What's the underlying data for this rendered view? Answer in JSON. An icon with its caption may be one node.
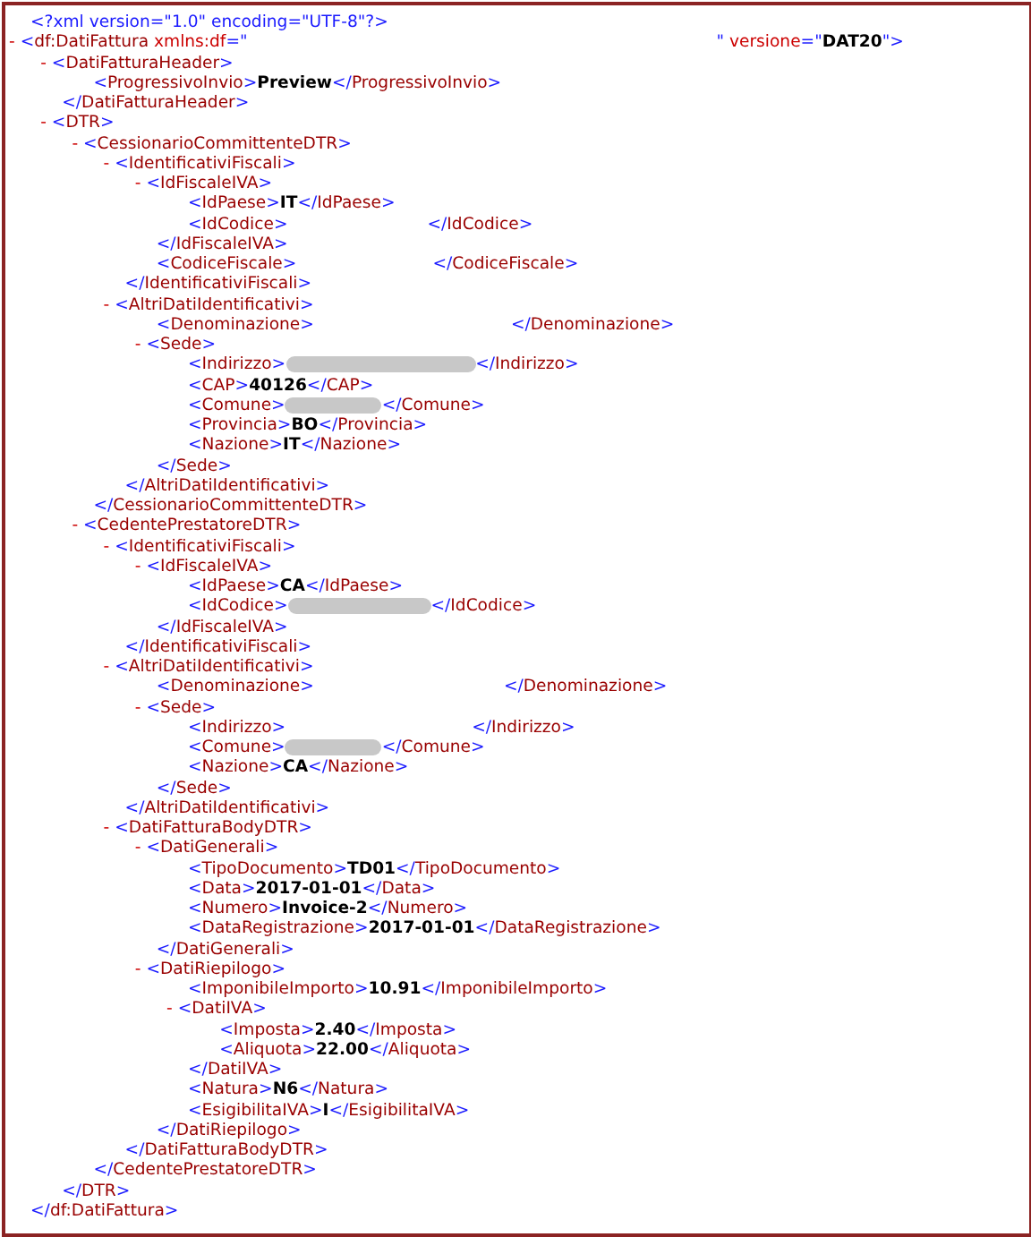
{
  "diagram": {
    "labels": [
      "<?xml version=\"1.0\" encoding=\"UTF-8\"?>",
      "- <df:DatiFattura xmlns:df=\"",
      "\" versione=\"**DAT20**\">",
      "- <DatiFatturaHeader>",
      "<ProgressivoInvio>**Preview**</ProgressivoInvio>",
      "</DatiFatturaHeader>",
      "- <DTR>",
      "- <CessionarioCommittenteDTR>",
      "- <IdentificativiFiscali>",
      "- <IdFiscaleIVA>",
      "<IdPaese>**IT**</IdPaese>",
      "<IdCodice>",
      "</IdCodice>",
      "</IdFiscaleIVA>",
      "<CodiceFiscale>",
      "</CodiceFiscale>",
      "</IdentificativiFiscali>",
      "- <AltriDatiIdentificativi>",
      "<Denominazione>",
      "</Denominazione>",
      "- <Sede>",
      "<Indirizzo>",
      "</Indirizzo>",
      "<CAP>**40126**</CAP>",
      "<Comune>",
      "</Comune>",
      "<Provincia>**BO**</Provincia>",
      "<Nazione>**IT**</Nazione>",
      "</Sede>",
      "</AltriDatiIdentificativi>",
      "</CessionarioCommittenteDTR>",
      "- <CedentePrestatoreDTR>",
      "- <IdentificativiFiscali>",
      "- <IdFiscaleIVA>",
      "<IdPaese>**CA**</IdPaese>",
      "<IdCodice>",
      "</IdCodice>",
      "</IdFiscaleIVA>",
      "</IdentificativiFiscali>",
      "- <AltriDatiIdentificativi>",
      "<Denominazione>",
      "</Denominazione>",
      "- <Sede>",
      "<Indirizzo>",
      "</Indirizzo>",
      "<Comune>",
      "</Comune>",
      "<Nazione>**CA**</Nazione>",
      "</Sede>",
      "</AltriDatiIdentificativi>",
      "- <DatiFatturaBodyDTR>",
      "- <DatiGenerali>",
      "<TipoDocumento>**TD01**</TipoDocumento>",
      "<Data>**2017-01-01**</Data>",
      "<Numero>**Invoice-2**</Numero>",
      "<DataRegistrazione>**2017-01-01**</DataRegistrazione>",
      "</DatiGenerali>",
      "- <DatiRiepilogo>",
      "<ImponibileImporto>**10.91**</ImponibileImporto>",
      "- <DatiIVA>",
      "<Imposta>**2.40**</Imposta>",
      "<Aliquota>**22.00**</Aliquota>",
      "</DatiIVA>",
      "<Natura>**N6**</Natura>",
      "<EsigibilitaIVA>**I**</EsigibilitaIVA>",
      "</DatiRiepilogo>",
      "</DatiFatturaBodyDTR>",
      "</CedentePrestatoreDTR>",
      "</DTR>",
      "</df:DatiFattura>"
    ]
  }
}
